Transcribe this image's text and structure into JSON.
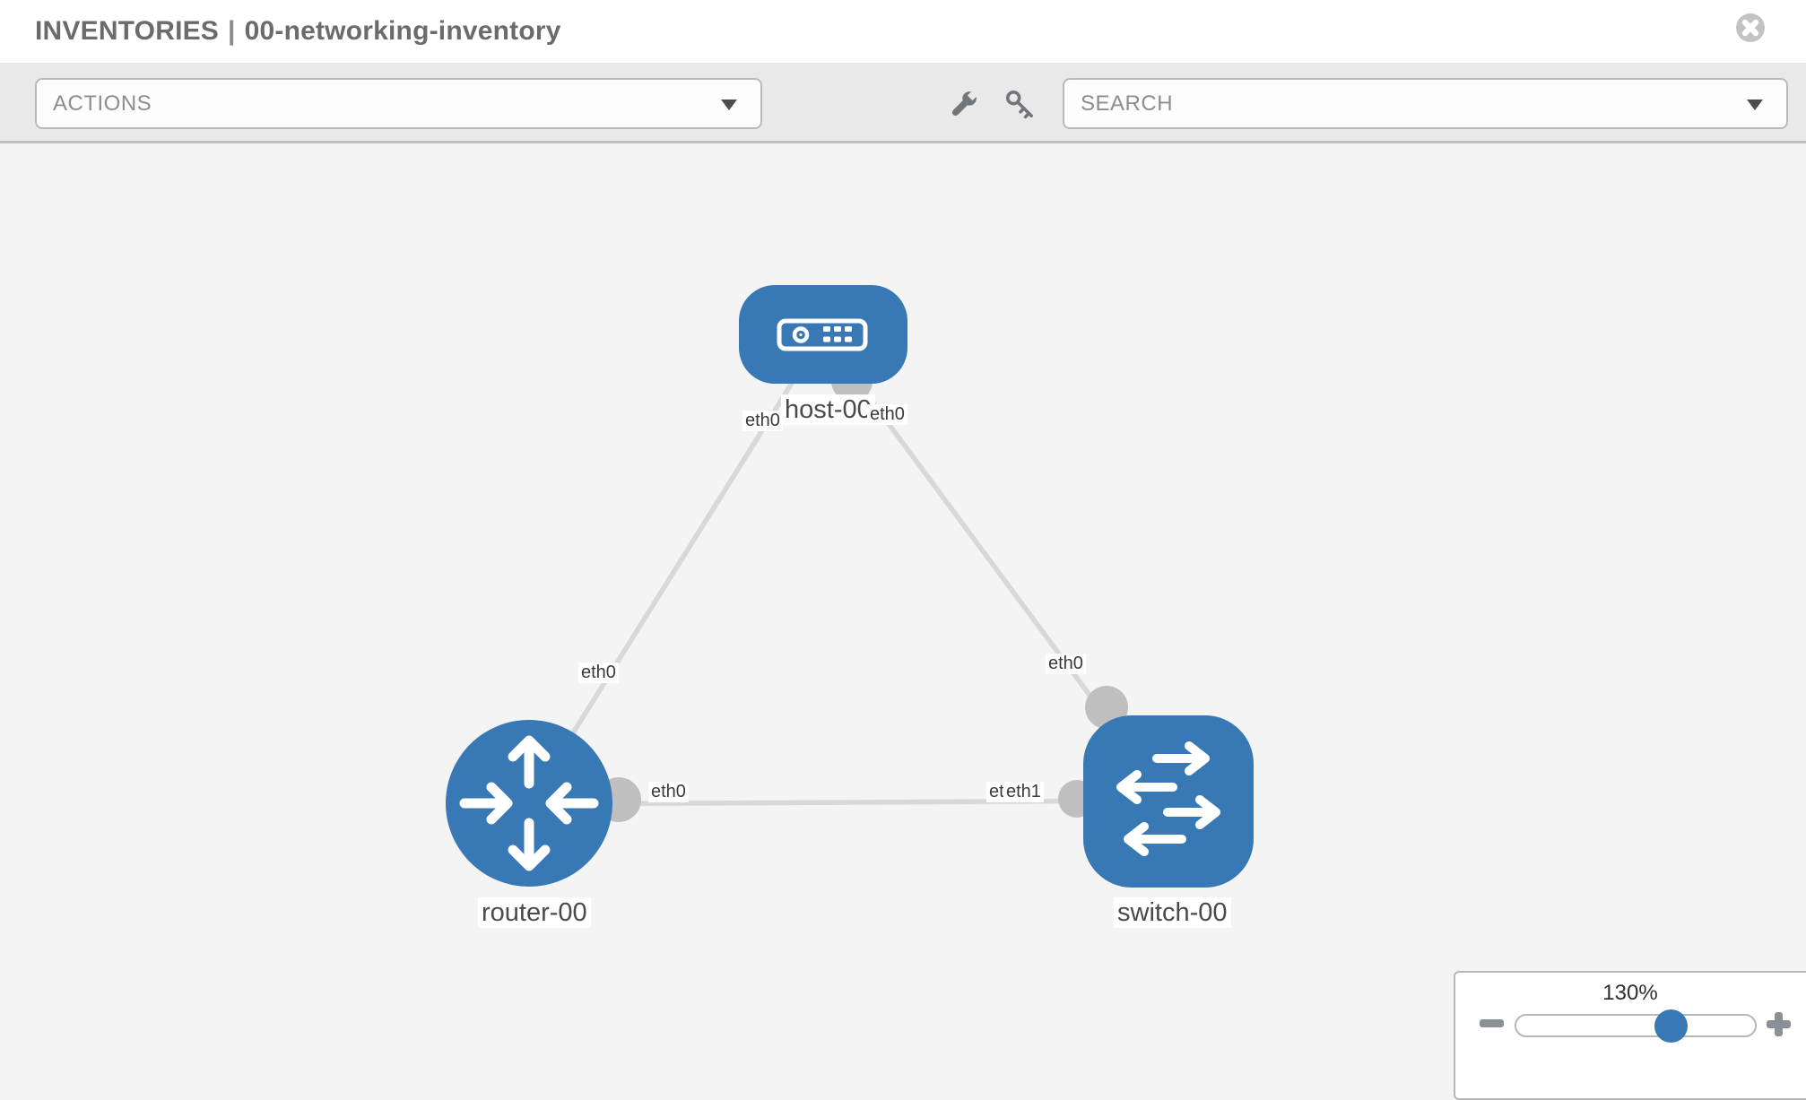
{
  "header": {
    "section": "INVENTORIES",
    "separator": "|",
    "inventory_name": "00-networking-inventory"
  },
  "toolbar": {
    "actions_dropdown": {
      "label": "ACTIONS"
    },
    "tools": [
      {
        "icon": "wrench-icon"
      },
      {
        "icon": "key-icon"
      }
    ],
    "search_dropdown": {
      "placeholder": "SEARCH"
    }
  },
  "topology": {
    "nodes": [
      {
        "label": "host-00",
        "type": "host",
        "shape": "rounded-rectangle",
        "icon": "server-icon"
      },
      {
        "label": "router-00",
        "type": "router",
        "shape": "circle",
        "icon": "router-arrows-icon"
      },
      {
        "label": "switch-00",
        "type": "switch",
        "shape": "rounded-square",
        "icon": "switch-arrows-icon"
      }
    ],
    "links": [
      {
        "from": "host-00",
        "to": "router-00",
        "from_interface": "eth0",
        "to_interface": "eth0"
      },
      {
        "from": "host-00",
        "to": "switch-00",
        "from_interface": "eth0",
        "to_interface": "eth0"
      },
      {
        "from": "router-00",
        "to": "switch-00",
        "from_interface": "eth0",
        "to_interface": "eth1"
      }
    ],
    "interface_labels": [
      {
        "text": "eth0",
        "near": "host-00 left"
      },
      {
        "text": "eth0",
        "near": "host-00 right"
      },
      {
        "text": "eth0",
        "near": "router-00 top"
      },
      {
        "text": "eth0",
        "near": "switch-00 top"
      },
      {
        "text": "eth0",
        "near": "router-00 right"
      },
      {
        "text": "eth0",
        "near": "switch-00 left, partially covered"
      },
      {
        "text": "eth1",
        "near": "switch-00 left"
      }
    ]
  },
  "zoom_control": {
    "level": "130%"
  },
  "colors": {
    "accent_blue": "#3778b5",
    "link_gray": "#d8d8d8",
    "endpoint_gray": "#bfbfbf",
    "toolbar_bg": "#e9e9e9",
    "canvas_bg": "#f4f4f4",
    "icon_gray": "#71767d"
  }
}
